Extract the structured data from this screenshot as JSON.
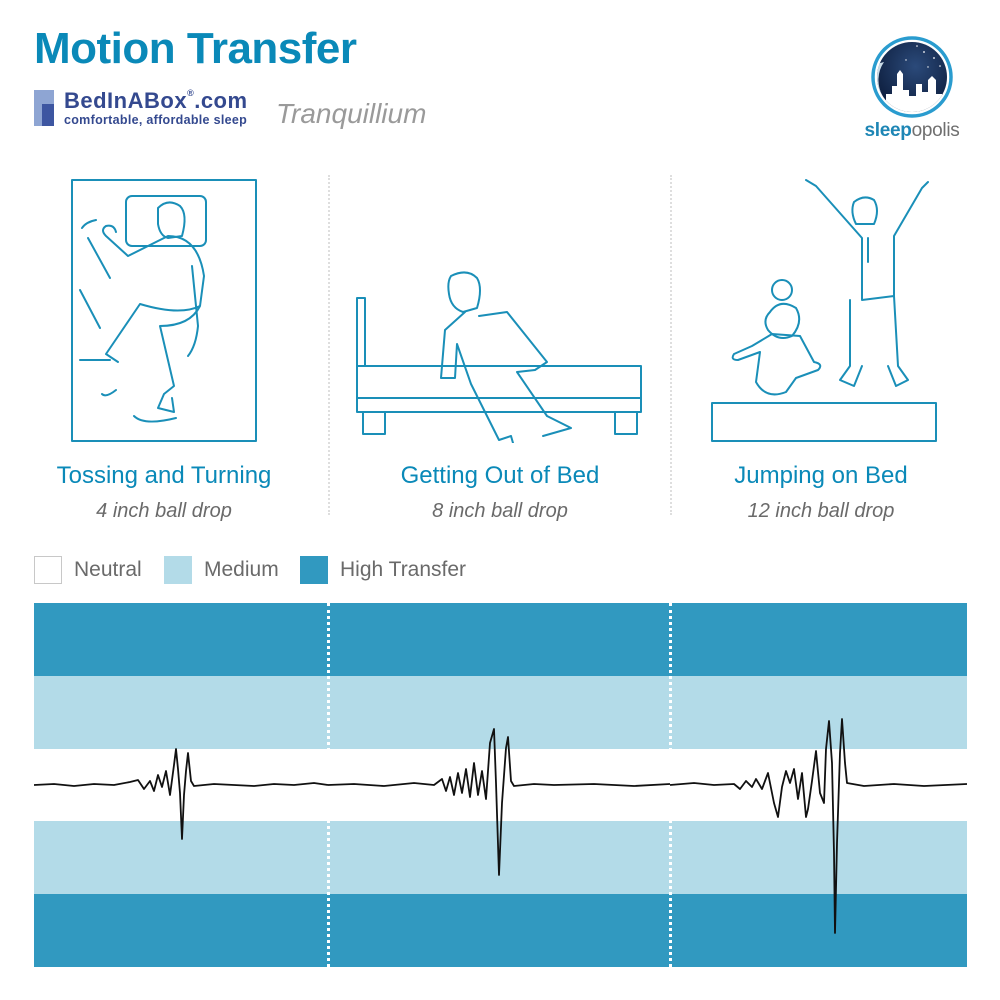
{
  "header": {
    "title": "Motion Transfer",
    "brand": {
      "name": "BedInABox",
      "reg": "®",
      "suffix": ".com",
      "tagline": "comfortable, affordable sleep"
    },
    "product": "Tranquillium",
    "publisher": {
      "bold": "sleep",
      "rest": "opolis"
    }
  },
  "panels": [
    {
      "title": "Tossing and Turning",
      "subtitle": "4 inch ball drop",
      "icon": "person-tossing-in-bed-icon"
    },
    {
      "title": "Getting Out of Bed",
      "subtitle": "8 inch ball drop",
      "icon": "person-sitting-on-bed-edge-icon"
    },
    {
      "title": "Jumping on Bed",
      "subtitle": "12 inch ball drop",
      "icon": "child-jumping-on-bed-icon"
    }
  ],
  "legend": [
    {
      "label": "Neutral",
      "color": "#ffffff"
    },
    {
      "label": "Medium",
      "color": "#b3dbe8"
    },
    {
      "label": "High Transfer",
      "color": "#3199c0"
    }
  ],
  "colors": {
    "accent": "#0a89b8",
    "high": "#3199c0",
    "medium": "#b3dbe8",
    "neutral": "#ffffff",
    "trace": "#111111"
  },
  "chart_data": {
    "type": "line",
    "title": "Motion Transfer",
    "subtitle": "Tranquillium",
    "xlabel": "",
    "ylabel": "",
    "grid": false,
    "legend_position": "top-left",
    "values_note": "Waveform points are approximate shapes traced by eye from the screenshot, not measured values. y is in chart pixels: 0 = top of chart, 182 = baseline (neutral center), 364 = bottom.",
    "bands": [
      {
        "label": "High Transfer",
        "y_from": 0,
        "y_to": 73
      },
      {
        "label": "Medium",
        "y_from": 73,
        "y_to": 146
      },
      {
        "label": "Neutral",
        "y_from": 146,
        "y_to": 218
      },
      {
        "label": "Medium",
        "y_from": 218,
        "y_to": 291
      },
      {
        "label": "High Transfer",
        "y_from": 291,
        "y_to": 364
      }
    ],
    "series": [
      {
        "name": "Tossing and Turning (4 inch ball drop)",
        "peak_band": "Medium",
        "x_range": [
          0,
          294
        ],
        "points": [
          [
            0,
            182
          ],
          [
            20,
            181
          ],
          [
            40,
            183
          ],
          [
            60,
            181
          ],
          [
            80,
            182
          ],
          [
            96,
            179
          ],
          [
            104,
            177
          ],
          [
            110,
            186
          ],
          [
            116,
            178
          ],
          [
            120,
            188
          ],
          [
            124,
            172
          ],
          [
            128,
            184
          ],
          [
            132,
            168
          ],
          [
            136,
            192
          ],
          [
            140,
            162
          ],
          [
            142,
            146
          ],
          [
            144,
            166
          ],
          [
            146,
            190
          ],
          [
            148,
            236
          ],
          [
            150,
            192
          ],
          [
            152,
            168
          ],
          [
            154,
            150
          ],
          [
            157,
            178
          ],
          [
            160,
            183
          ],
          [
            180,
            181
          ],
          [
            200,
            182
          ],
          [
            220,
            183
          ],
          [
            240,
            181
          ],
          [
            260,
            182
          ],
          [
            280,
            180
          ],
          [
            294,
            182
          ]
        ]
      },
      {
        "name": "Getting Out of Bed (8 inch ball drop)",
        "peak_band": "Medium",
        "x_range": [
          294,
          636
        ],
        "points": [
          [
            294,
            182
          ],
          [
            320,
            181
          ],
          [
            350,
            183
          ],
          [
            380,
            180
          ],
          [
            400,
            182
          ],
          [
            408,
            176
          ],
          [
            412,
            188
          ],
          [
            416,
            174
          ],
          [
            420,
            192
          ],
          [
            424,
            170
          ],
          [
            428,
            190
          ],
          [
            432,
            166
          ],
          [
            436,
            194
          ],
          [
            440,
            160
          ],
          [
            444,
            192
          ],
          [
            448,
            168
          ],
          [
            452,
            196
          ],
          [
            456,
            140
          ],
          [
            460,
            126
          ],
          [
            462,
            180
          ],
          [
            465,
            272
          ],
          [
            468,
            200
          ],
          [
            472,
            145
          ],
          [
            474,
            134
          ],
          [
            477,
            178
          ],
          [
            480,
            183
          ],
          [
            500,
            181
          ],
          [
            520,
            182
          ],
          [
            560,
            181
          ],
          [
            600,
            183
          ],
          [
            636,
            181
          ]
        ]
      },
      {
        "name": "Jumping on Bed (12 inch ball drop)",
        "peak_band": "High Transfer",
        "x_range": [
          636,
          933
        ],
        "points": [
          [
            636,
            182
          ],
          [
            660,
            180
          ],
          [
            680,
            182
          ],
          [
            700,
            181
          ],
          [
            706,
            186
          ],
          [
            712,
            178
          ],
          [
            718,
            184
          ],
          [
            722,
            176
          ],
          [
            728,
            186
          ],
          [
            734,
            170
          ],
          [
            740,
            200
          ],
          [
            744,
            214
          ],
          [
            748,
            184
          ],
          [
            752,
            168
          ],
          [
            756,
            180
          ],
          [
            760,
            166
          ],
          [
            764,
            196
          ],
          [
            768,
            170
          ],
          [
            772,
            214
          ],
          [
            774,
            206
          ],
          [
            778,
            178
          ],
          [
            782,
            148
          ],
          [
            786,
            190
          ],
          [
            790,
            200
          ],
          [
            792,
            146
          ],
          [
            795,
            118
          ],
          [
            798,
            160
          ],
          [
            800,
            250
          ],
          [
            801,
            330
          ],
          [
            803,
            240
          ],
          [
            806,
            150
          ],
          [
            808,
            116
          ],
          [
            811,
            160
          ],
          [
            813,
            180
          ],
          [
            830,
            183
          ],
          [
            860,
            181
          ],
          [
            890,
            183
          ],
          [
            933,
            181
          ]
        ]
      }
    ]
  }
}
